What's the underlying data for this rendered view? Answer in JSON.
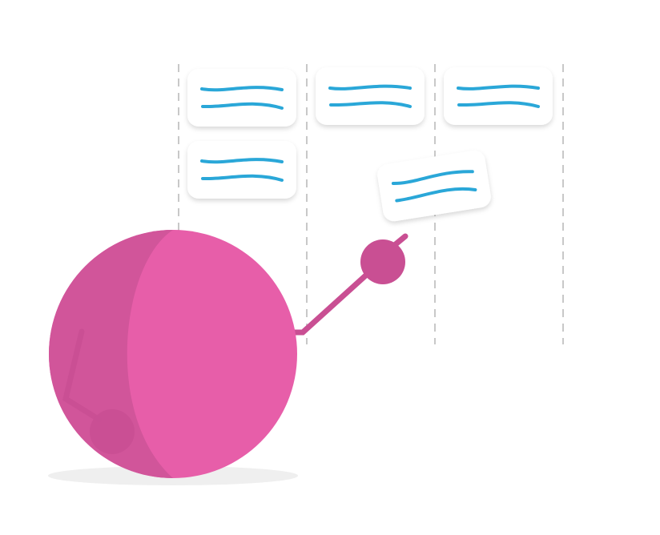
{
  "illustration": {
    "subject": "",
    "colors": {
      "background": "#ffffff",
      "character_main": "#e75ea9",
      "character_shadow": "#d1559a",
      "character_limb": "#c94f93",
      "card": "#ffffff",
      "card_lines": "#2aa7d8",
      "column_divider": "#c8c8c8",
      "ground_shadow": "#efefef"
    },
    "board": {
      "columns": 3,
      "cards_per_column": [
        2,
        1,
        1
      ],
      "card_being_moved": 1
    },
    "icons": [
      "kanban-board",
      "task-card",
      "ball-character"
    ]
  }
}
